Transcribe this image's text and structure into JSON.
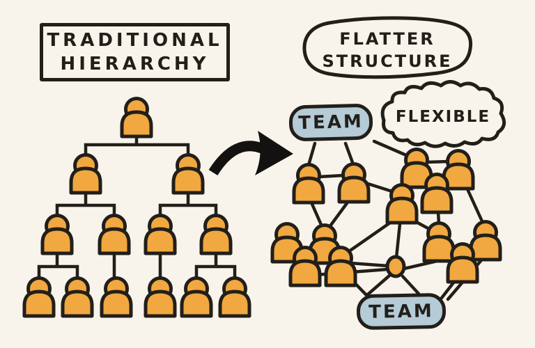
{
  "colors": {
    "background": "#F8F4EB",
    "ink": "#221F1A",
    "person_orange": "#F1A840",
    "team_blue": "#B5CBD6"
  },
  "icons": {
    "arrow": "curved-right-arrow",
    "person": "person-silhouette"
  },
  "left_panel": {
    "title_line1": "TRADITIONAL",
    "title_line2": "HIERARCHY",
    "people_count": 13,
    "people_per_level": [
      1,
      2,
      4,
      6
    ]
  },
  "right_panel": {
    "title_line1": "FLATTER",
    "title_line2": "STRUCTURE",
    "flexible_label": "FLEXIBLE",
    "team_top_label": "TEAM",
    "team_bottom_label": "TEAM",
    "people_count": 13,
    "hub_nodes": 1
  }
}
